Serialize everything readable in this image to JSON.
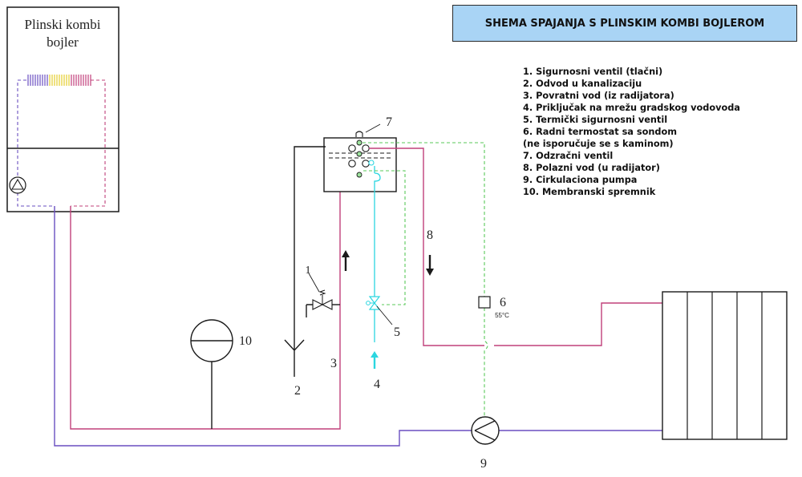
{
  "title": "SHEMA SPAJANJA S PLINSKIM KOMBI BOJLEROM",
  "boiler": {
    "label_line1": "Plinski kombi",
    "label_line2": "bojler"
  },
  "legend": [
    "1. Sigurnosni ventil (tlačni)",
    "2. Odvod u kanalizaciju",
    "3. Povratni vod (iz radijatora)",
    "4. Priključak na mrežu gradskog vodovoda",
    "5. Termički sigurnosni ventil",
    "6. Radni termostat sa sondom",
    "(ne isporučuje se s kaminom)",
    "7. Odzračni ventil",
    "8. Polazni vod (u radijator)",
    "9. Cirkulaciona pumpa",
    "10. Membranski spremnik"
  ],
  "callouts": {
    "n1": "1",
    "n2": "2",
    "n3": "3",
    "n4": "4",
    "n5": "5",
    "n6": "6",
    "n7": "7",
    "n8": "8",
    "n9": "9",
    "n10": "10"
  },
  "thermostat_temp": "55°C",
  "colors": {
    "title_bg": "#a9d4f5",
    "supply_line": "#c0407a",
    "return_line": "#6a4fc0",
    "cold_water": "#2bd6e0",
    "sensor_line": "#5ac85a",
    "outline": "#1a1a1a"
  }
}
